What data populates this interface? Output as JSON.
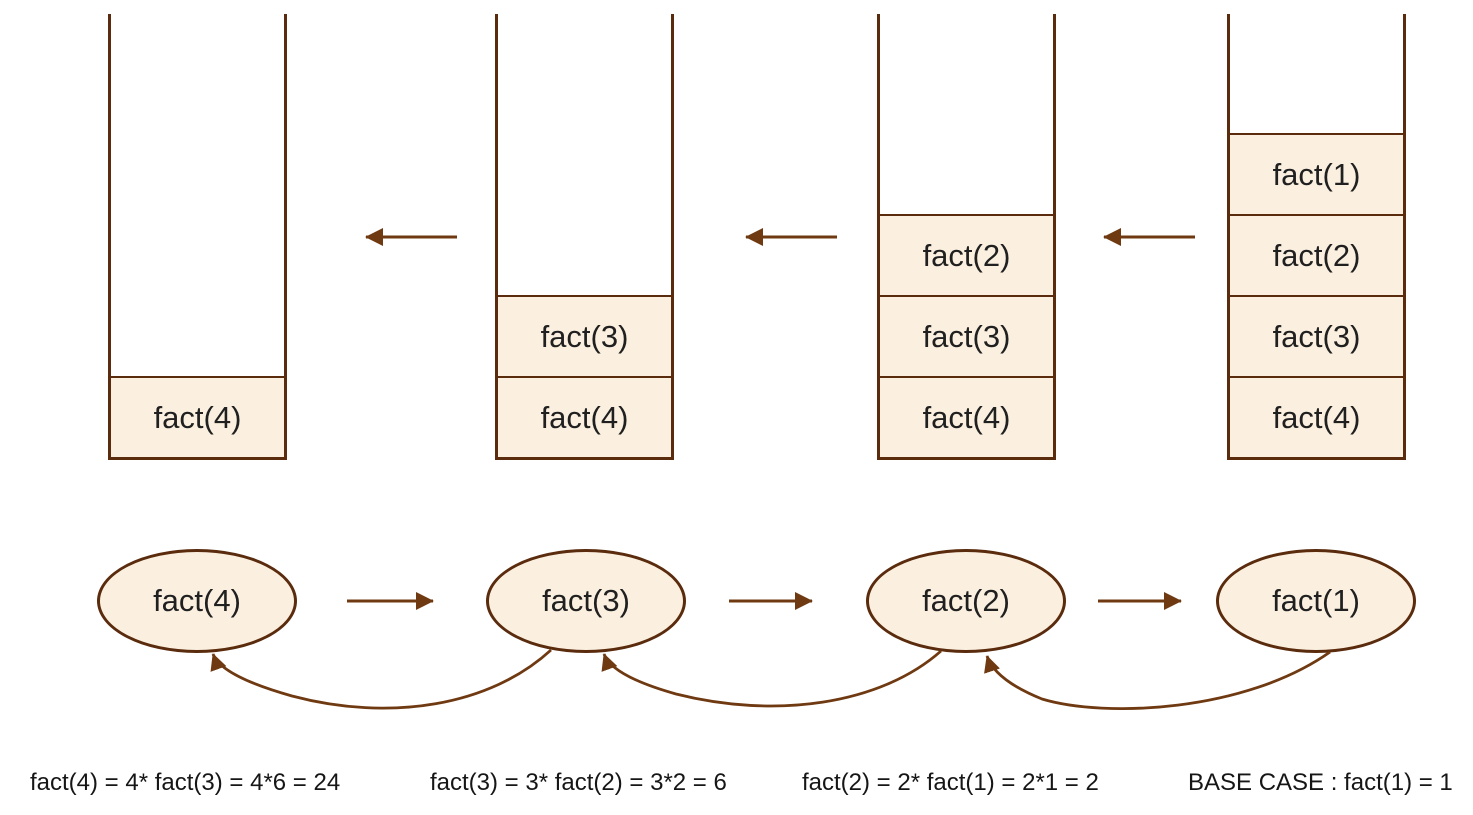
{
  "colors": {
    "outline": "#5a2b0d",
    "arrow": "#6f3911",
    "fill": "#fbf0df",
    "label": "#202020",
    "equation_text": "#161616",
    "background": "#ffffff"
  },
  "stacks": [
    {
      "frames": [
        "fact(4)"
      ]
    },
    {
      "frames": [
        "fact(3)",
        "fact(4)"
      ]
    },
    {
      "frames": [
        "fact(2)",
        "fact(3)",
        "fact(4)"
      ]
    },
    {
      "frames": [
        "fact(1)",
        "fact(2)",
        "fact(3)",
        "fact(4)"
      ]
    }
  ],
  "call_nodes": [
    "fact(4)",
    "fact(3)",
    "fact(2)",
    "fact(1)"
  ],
  "equations": [
    "fact(4) = 4* fact(3) = 4*6 = 24",
    "fact(3) = 3* fact(2) = 3*2 = 6",
    "fact(2) = 2* fact(1) = 2*1 = 2",
    "BASE CASE : fact(1) = 1"
  ]
}
